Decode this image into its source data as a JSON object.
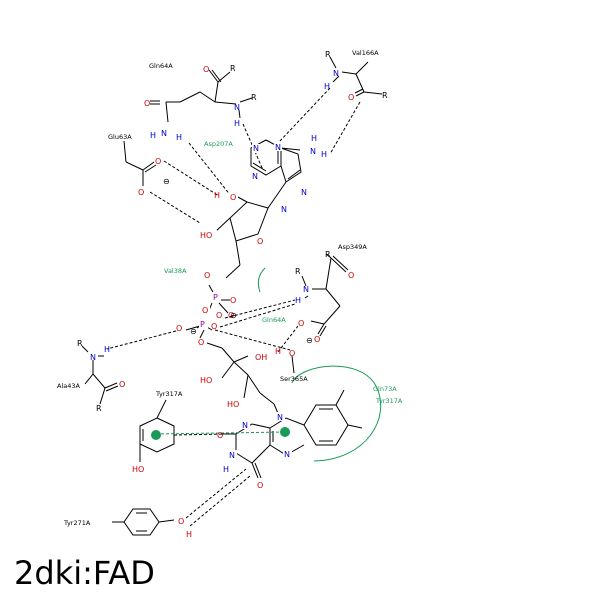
{
  "title": "2dki:FAD",
  "colors": {
    "carbon": "#000000",
    "nitrogen": "#0000cc",
    "oxygen": "#cc0000",
    "phosphorus": "#990099",
    "hydrophobic": "#1a9a57"
  },
  "residues": {
    "gln64_top": "Gln64A",
    "val166": "Val166A",
    "glu63": "Glu63A",
    "asp207": "Asp207A",
    "val38": "Val38A",
    "asp349": "Asp349A",
    "gln64_mid": "Gln64A",
    "ala43": "Ala43A",
    "ser365": "Ser365A",
    "gln73": "Gln73A",
    "tyr317_right": "Tyr317A",
    "tyr317_left": "Tyr317A",
    "tyr271": "Tyr271A"
  },
  "atoms": {
    "N": "N",
    "H": "H",
    "O": "O",
    "P": "P",
    "R": "R",
    "HO": "HO",
    "OH": "OH",
    "minus": "⊖"
  }
}
